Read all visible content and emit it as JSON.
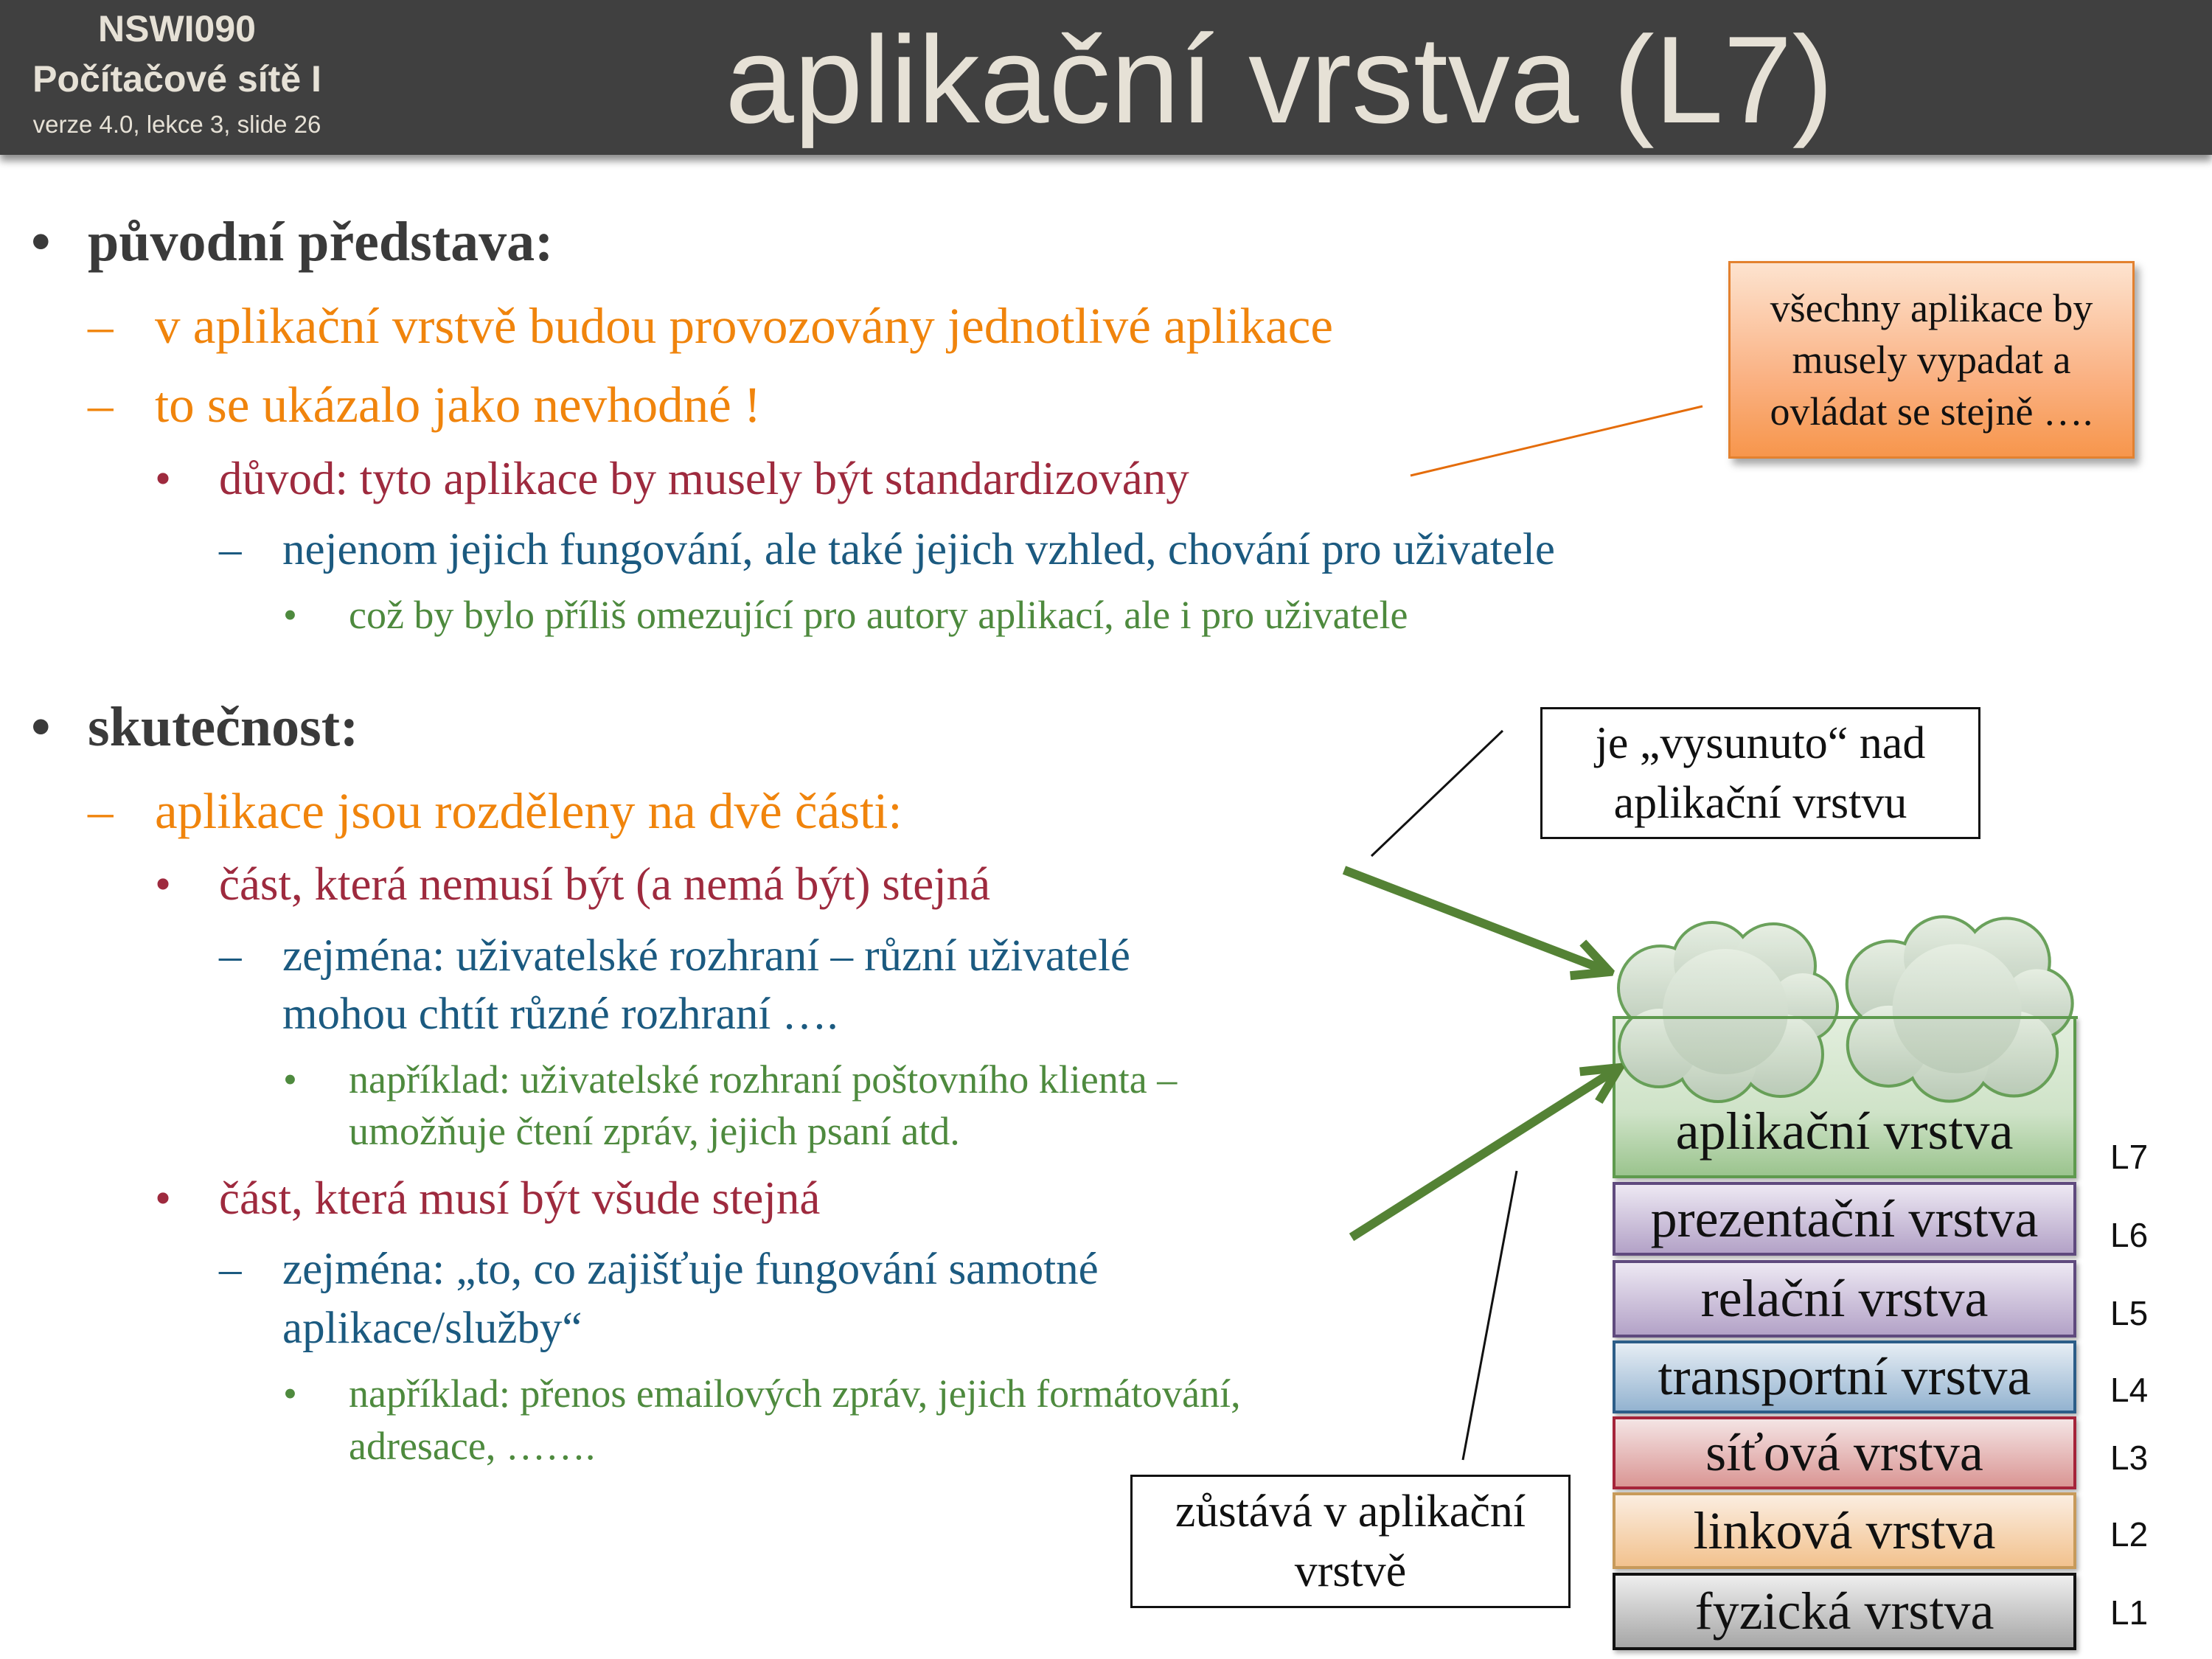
{
  "header": {
    "course_code": "NSWI090",
    "course_name": "Počítačové sítě I",
    "version_info": "verze 4.0, lekce 3, slide 26",
    "title": "aplikační vrstva (L7)"
  },
  "markers": {
    "bullet": "•",
    "dash": "–"
  },
  "content": {
    "s1": {
      "heading": "původní představa:",
      "item1": "v aplikační vrstvě budou provozovány jednotlivé aplikace",
      "item2": "to se ukázalo jako nevhodné !",
      "reason": "důvod: tyto aplikace by musely být standardizovány",
      "detail": "nejenom jejich fungování, ale také jejich vzhled, chování pro uživatele",
      "consequence": "což by bylo příliš omezující pro autory aplikací, ale i pro uživatele"
    },
    "s2": {
      "heading": "skutečnost:",
      "item1": "aplikace jsou rozděleny na dvě části:",
      "part1": "část, která nemusí být (a nemá být) stejná",
      "part1_detail": [
        "zejména: uživatelské rozhraní – různí uživatelé",
        "mohou chtít různé rozhraní …."
      ],
      "part1_example": [
        "například: uživatelské rozhraní poštovního klienta –",
        "umožňuje čtení zpráv, jejich psaní atd."
      ],
      "part2": "část, která musí být všude stejná",
      "part2_detail": [
        "zejména: „to, co zajišťuje fungování samotné",
        "aplikace/služby“"
      ],
      "part2_example": [
        "například: přenos emailových zpráv, jejich formátování,",
        "adresace, ……."
      ]
    }
  },
  "callouts": {
    "standard": [
      "všechny aplikace by",
      "musely vypadat a",
      "ovládat se stejně …."
    ],
    "moved_up": [
      "je „vysunuto“ nad",
      "aplikační vrstvu"
    ],
    "stays": [
      "zůstává v aplikační",
      "vrstvě"
    ]
  },
  "layers": [
    {
      "name": "aplikační vrstva",
      "label": "L7",
      "color": "#9BC48E"
    },
    {
      "name": "prezentační vrstva",
      "label": "L6",
      "color": "#B3A2C7"
    },
    {
      "name": "relační vrstva",
      "label": "L5",
      "color": "#B3A2C7"
    },
    {
      "name": "transportní vrstva",
      "label": "L4",
      "color": "#93B3D0"
    },
    {
      "name": "síťová vrstva",
      "label": "L3",
      "color": "#DA9694"
    },
    {
      "name": "linková vrstva",
      "label": "L2",
      "color": "#F2C28E"
    },
    {
      "name": "fyzická vrstva",
      "label": "L1",
      "color": "#A6A6A6"
    }
  ],
  "colors": {
    "header_bg": "#404040",
    "orange": "#F0840C",
    "red": "#9E2A3E",
    "blue": "#1B5A80",
    "green": "#4E8A3E",
    "arrow": "#548235"
  }
}
